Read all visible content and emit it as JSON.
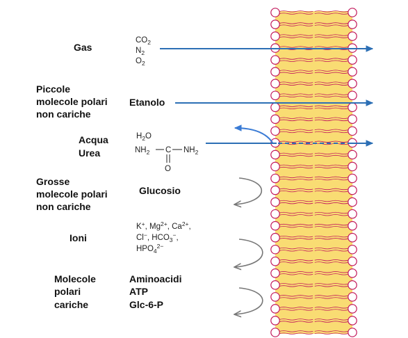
{
  "membrane": {
    "rows": 28,
    "core_color": "#f9dc73",
    "head_stroke": "#c2185b",
    "tail_color": "#c2185b"
  },
  "colors": {
    "arrow_pass": "#2c6fb5",
    "arrow_reflect": "#3a7bd5",
    "arrow_blocked": "#777777"
  },
  "rows": [
    {
      "id": "gas",
      "label_lines": [
        "Gas"
      ],
      "molecule_lines": [],
      "formula": {
        "co2": [
          "CO",
          "2"
        ],
        "n2": [
          "N",
          "2"
        ],
        "o2": [
          "O",
          "2"
        ]
      },
      "transport": "permeable"
    },
    {
      "id": "small-polar",
      "label_lines": [
        "Piccole",
        "molecole polari",
        "non cariche"
      ],
      "molecule_lines": [
        "Etanolo"
      ],
      "transport": "permeable"
    },
    {
      "id": "water-urea",
      "label_lines": [
        "Acqua",
        "Urea"
      ],
      "formula": {
        "water": [
          "H",
          "2",
          "O"
        ],
        "urea_left": [
          "NH",
          "2"
        ],
        "urea_c": "C",
        "urea_right": [
          "NH",
          "2"
        ],
        "urea_o": "O"
      },
      "transport": "partially-permeable"
    },
    {
      "id": "large-polar",
      "label_lines": [
        "Grosse",
        "molecole polari",
        "non cariche"
      ],
      "molecule_lines": [
        "Glucosio"
      ],
      "transport": "impermeable"
    },
    {
      "id": "ions",
      "label_lines": [
        "Ioni"
      ],
      "ions": {
        "line1": [
          [
            "K",
            "+"
          ],
          [
            "Mg",
            "2+"
          ],
          [
            "Ca",
            "2+"
          ]
        ],
        "line2": [
          [
            "Cl",
            "−"
          ],
          [
            "HCO",
            "3",
            "−"
          ]
        ],
        "line3": [
          [
            "HPO",
            "4",
            "2−"
          ]
        ]
      },
      "transport": "impermeable"
    },
    {
      "id": "charged-polar",
      "label_lines": [
        "Molecole",
        "polari",
        "cariche"
      ],
      "molecule_lines": [
        "Aminoacidi",
        "ATP",
        "Glc-6-P"
      ],
      "transport": "impermeable"
    }
  ]
}
